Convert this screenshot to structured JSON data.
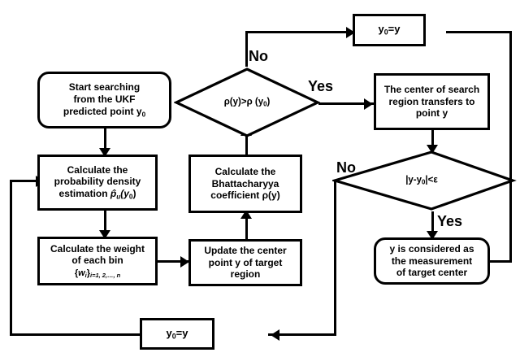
{
  "diagram": {
    "type": "flowchart",
    "title": "Mean-shift / UKF target tracking search flowchart",
    "colors": {
      "stroke": "#000000",
      "fill": "#ffffff",
      "background": "#ffffff"
    },
    "nodes": [
      {
        "id": "start",
        "shape": "rounded-rectangle",
        "lines": [
          "Start searching",
          "from the UKF",
          "predicted point y0"
        ],
        "text": "Start searching from the UKF predicted point y₀"
      },
      {
        "id": "pdf",
        "shape": "rectangle",
        "lines": [
          "Calculate the",
          "probability density",
          "estimation p̂u(y0)"
        ],
        "text": "Calculate the probability density estimation p̂u(y0)"
      },
      {
        "id": "weights",
        "shape": "rectangle",
        "lines": [
          "Calculate the weight",
          "of each bin",
          "{wi}i=1,2,…,n"
        ],
        "text": "Calculate the weight of each bin {wi}i=1,2,…,n"
      },
      {
        "id": "update-center",
        "shape": "rectangle",
        "lines": [
          "Update the center",
          "point y of target",
          "region"
        ],
        "text": "Update the center point y of target region"
      },
      {
        "id": "bhattacharyya",
        "shape": "rectangle",
        "lines": [
          "Calculate the",
          "Bhattacharyya",
          "coefficient ρ(y)"
        ],
        "text": "Calculate the Bhattacharyya coefficient ρ(y)"
      },
      {
        "id": "rho-compare",
        "shape": "diamond",
        "text": "ρ(y)>ρ (y0)"
      },
      {
        "id": "transfer-center",
        "shape": "rectangle",
        "lines": [
          "The center of search",
          "region transfers to",
          "point y"
        ],
        "text": "The center of search region transfers to point y"
      },
      {
        "id": "epsilon-compare",
        "shape": "diamond",
        "text": "|y-y0|<ε"
      },
      {
        "id": "measurement",
        "shape": "rounded-rectangle",
        "lines": [
          "y is considered as",
          "the measurement",
          "of target center"
        ],
        "text": "y is considered as the measurement of target center"
      },
      {
        "id": "assign-top",
        "shape": "rectangle",
        "text": "y0=y"
      },
      {
        "id": "assign-bottom",
        "shape": "rectangle",
        "text": "y0=y"
      }
    ],
    "edge_labels": {
      "no_top": "No",
      "yes_top": "Yes",
      "no_right": "No",
      "yes_right": "Yes"
    },
    "text": {
      "start_l1": "Start searching",
      "start_l2": "from the UKF",
      "start_l3_a": "predicted point y",
      "start_l3_sub": "0",
      "pdf_l1": "Calculate the",
      "pdf_l2": "probability density",
      "pdf_l3_a": "estimation ",
      "pdf_l3_p": "p",
      "pdf_l3_sub": "u",
      "pdf_l3_b": "(y",
      "pdf_l3_sub2": "0",
      "pdf_l3_c": ")",
      "w_l1": "Calculate the weight",
      "w_l2": "of each bin",
      "w_brace_open": "{",
      "w_var": "w",
      "w_var_sub": "i",
      "w_brace_close": "}",
      "w_idx": "i=1, 2,…, n",
      "upd_l1": "Update the center",
      "upd_l2": "point y of target",
      "upd_l3": "region",
      "bh_l1": "Calculate the",
      "bh_l2": "Bhattacharyya",
      "bh_l3": "coefficient ρ(y)",
      "rho_a": "ρ(y)>ρ (y",
      "rho_sub": "0",
      "rho_b": ")",
      "tr_l1": "The center of search",
      "tr_l2": "region transfers to",
      "tr_l3": "point y",
      "eps_a": "|y-y",
      "eps_sub": "0",
      "eps_b": "|<ε",
      "meas_l1": "y is considered as",
      "meas_l2": "the measurement",
      "meas_l3": "of target center",
      "assign_a": "y",
      "assign_sub": "0",
      "assign_b": "=y"
    }
  }
}
